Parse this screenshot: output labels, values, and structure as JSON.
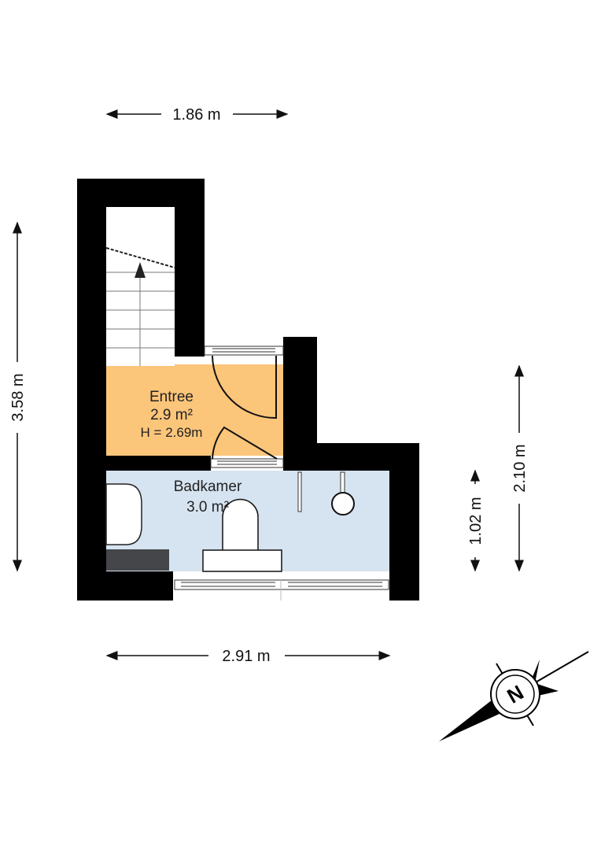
{
  "rooms": {
    "entree": {
      "name": "Entree",
      "area": "2.9 m²",
      "height": "H = 2.69m",
      "color": "#fbc57a"
    },
    "badkamer": {
      "name": "Badkamer",
      "area": "3.0 m²",
      "color": "#d6e3f0"
    }
  },
  "dimensions": {
    "top": "1.86 m",
    "left": "3.58 m",
    "right_outer": "2.10 m",
    "right_inner": "1.02 m",
    "bottom": "2.91 m"
  },
  "compass": {
    "label": "N"
  },
  "colors": {
    "wall": "#000000",
    "entree": "#fbc57a",
    "badkamer": "#d6e3f0",
    "counter": "#444649"
  }
}
